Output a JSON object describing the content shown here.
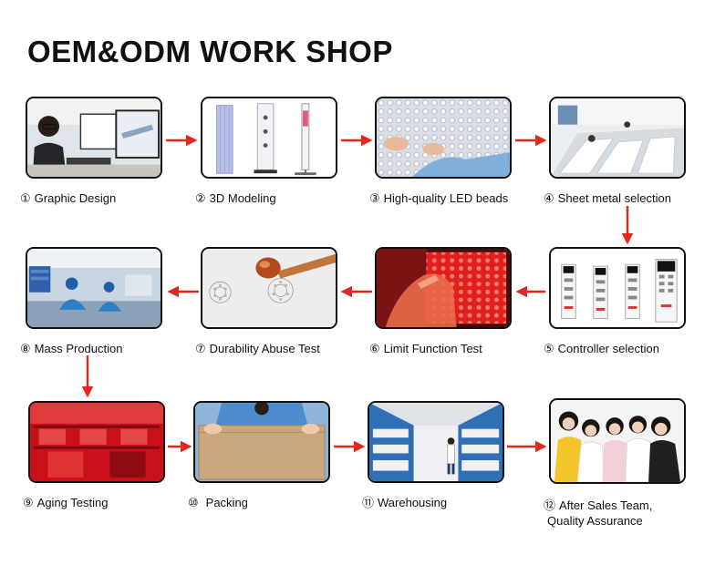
{
  "title": "OEM&ODM WORK SHOP",
  "steps": [
    {
      "num": "①",
      "label": "Graphic Design"
    },
    {
      "num": "②",
      "label": "3D Modeling"
    },
    {
      "num": "③",
      "label": "High-quality LED beads"
    },
    {
      "num": "④",
      "label": "Sheet metal selection"
    },
    {
      "num": "⑤",
      "label": "Controller selection"
    },
    {
      "num": "⑥",
      "label": "Limit Function Test"
    },
    {
      "num": "⑦",
      "label": "Durability Abuse Test"
    },
    {
      "num": "⑧",
      "label": "Mass Production"
    },
    {
      "num": "⑨",
      "label": "Aging Testing"
    },
    {
      "num": "⑩",
      "label": "Packing"
    },
    {
      "num": "⑪",
      "label": "Warehousing"
    },
    {
      "num": "⑫",
      "label": "After Sales Team,",
      "label2": "Quality Assurance"
    }
  ],
  "colors": {
    "arrow": "#e0281e",
    "border": "#111111",
    "text": "#111111"
  },
  "icons": [
    "arrow-right-icon",
    "arrow-left-icon",
    "arrow-down-icon"
  ]
}
